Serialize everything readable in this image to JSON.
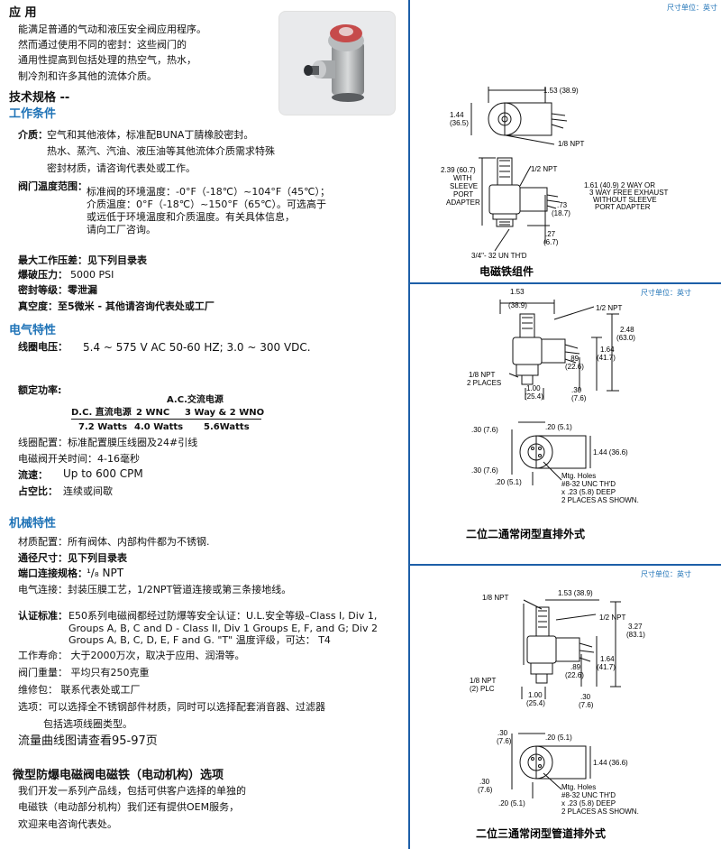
{
  "app": {
    "heading": "应  用",
    "lines": [
      "能满足普通的气动和液压安全阀应用程序。",
      "然而通过使用不同的密封：这些阀门的",
      "通用性提高到包括处理的热空气，热水，",
      "制冷剂和许多其他的流体介质。"
    ]
  },
  "spec": {
    "heading": "技术规格 --",
    "work": {
      "heading": "工作条件",
      "medium_label": "介质：",
      "medium_lines": [
        "空气和其他液体，标准配BUNA丁腈橡胶密封。",
        "热水、蒸汽、汽油、液压油等其他流体介质需求特殊",
        "密封材质，请咨询代表处或工作。"
      ],
      "temp_label": "阀门温度范围：",
      "temp_lines": [
        "标准阀的环境温度：-0°F（-18℃）~104°F（45℃）；",
        "介质温度：0°F（-18℃）~150°F（65℃）。可选高于",
        "或远低于环境温度和介质温度。有关具体信息，",
        "请向工厂咨询。"
      ],
      "max_pressure": "最大工作压差：见下列目录表",
      "burst_label": "爆破压力：",
      "burst_value": "5000 PSI",
      "seal": "密封等级：零泄漏",
      "vacuum": "真空度：至5微米 - 其他请咨询代表处或工厂"
    },
    "elec": {
      "heading": "电气特性",
      "coil_label": "线圈电压：",
      "coil_value": "5.4 ~ 575 V AC 50-60 HZ;  3.0 ~ 300 VDC.",
      "power_label": "额定功率:",
      "power_table": {
        "ac_header": "A.C.交流电源",
        "dc_header": "D.C. 直流电源",
        "wnc": "2 WNC",
        "wno": "3 Way & 2 WNO",
        "v1": "7.2 Watts",
        "v2": "4.0 Watts",
        "v3": "5.6Watts"
      },
      "coil_config": "线圈配置：标准配置膜压线圈及24#引线",
      "switch_time": "电磁阀开关时间：4-16毫秒",
      "speed_label": "流速：",
      "speed_value": "Up to 600 CPM",
      "duty_label": "占空比：",
      "duty_value": "连续或间歇"
    },
    "mech": {
      "heading": "机械特性",
      "material": "材质配置：所有阀体、内部构件都为不锈钢.",
      "size": "通径尺寸：见下列目录表",
      "port_label": "端口连接规格：",
      "port_value": "¹/₈ NPT",
      "elec_conn": "电气连接：封装压膜工艺，1/2NPT管道连接或第三条接地线。",
      "cert_label": "认证标准：",
      "cert_lines": [
        "E50系列电磁阀都经过防爆等安全认证：U.L.安全等级–Class I, Div 1,",
        "Groups A, B, C and D - Class II, Div 1 Groups E, F, and G; Div 2",
        "Groups A, B, C, D, E, F and G. \"T\" 温度评级，可达：  T4"
      ],
      "life": "工作寿命：  大于2000万次，取决于应用、润滑等。",
      "weight": "阀门重量：  平均只有250克重",
      "repair": "维修包：  联系代表处或工厂",
      "options_lines": [
        "选项：可以选择全不锈钢部件材质，同时可以选择配套消音器、过滤器",
        "包括选项线圈类型。"
      ],
      "flow_note": "流量曲线图请查看95-97页"
    },
    "micro": {
      "heading": "微型防爆电磁阀电磁铁（电动机构）选项",
      "lines": [
        "我们开发一系列产品线，包括可供客户选择的单独的",
        "电磁铁（电动部分机构）我们还有提供OEM服务，",
        "欢迎来电咨询代表处。"
      ]
    }
  },
  "right": {
    "unit_label": "尺寸单位：英寸",
    "d1": {
      "caption": "电磁铁组件",
      "dims": [
        "1.53 (38.9)",
        "1.44",
        "(36.5)",
        "1/8 NPT",
        "1/2 NPT",
        "2.39 (60.7)",
        "WITH",
        "SLEEVE",
        "PORT",
        "ADAPTER",
        "1.61 (40.9) 2 WAY OR",
        "3 WAY FREE EXHAUST",
        "WITHOUT SLEEVE",
        "PORT ADAPTER",
        ".73",
        "(18.7)",
        ".27",
        "(6.7)",
        "3/4\"- 32 UN TH'D"
      ]
    },
    "d2": {
      "caption": "二位二通常闭型直排外式",
      "dims": [
        "1.53",
        "(38.9)",
        "1/2 NPT",
        "2.48",
        "(63.0)",
        "1.64",
        "(41.7)",
        ".89",
        "(22.6)",
        "1/8 NPT",
        "2 PLACES",
        "1.00",
        "(25.4)",
        ".30",
        "(7.6)",
        ".30 (7.6)",
        ".20 (5.1)",
        "1.44 (36.6)",
        ".30 (7.6)",
        ".20 (5.1)",
        "Mtg. Holes",
        "#8-32 UNC TH'D",
        "x .23 (5.8) DEEP",
        "2 PLACES AS SHOWN."
      ]
    },
    "d3": {
      "caption": "二位三通常闭型管道排外式",
      "dims": [
        "1/8 NPT",
        "1.53 (38.9)",
        "1/2 NPT",
        "3.27",
        "(83.1)",
        "1.64",
        "(41.7)",
        ".89",
        "(22.6)",
        "1/8 NPT",
        "(2) PLC",
        "1.00",
        "(25.4)",
        ".30",
        "(7.6)",
        ".30",
        "(7.6)",
        ".20 (5.1)",
        "1.44 (36.6)",
        ".30",
        "(7.6)",
        ".20 (5.1)",
        "Mtg. Holes",
        "#8-32 UNC TH'D",
        "x .23 (5.8) DEEP",
        "2 PLACES AS SHOWN."
      ]
    }
  }
}
